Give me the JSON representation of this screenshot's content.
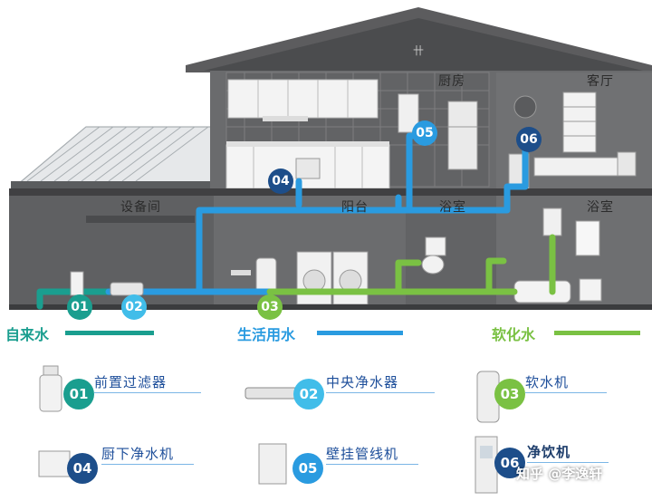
{
  "rooms": {
    "kitchen": "厨房",
    "living_room": "客厅",
    "equipment_room": "设备间",
    "balcony": "阳台",
    "bathroom_1": "浴室",
    "bathroom_2": "浴室"
  },
  "house_badges": [
    "01",
    "02",
    "03",
    "04",
    "05",
    "06"
  ],
  "legend": {
    "tap_water": "自来水",
    "domestic_water": "生活用水",
    "softened_water": "软化水"
  },
  "products": [
    {
      "num": "01",
      "name": "前置过滤器"
    },
    {
      "num": "02",
      "name": "中央净水器"
    },
    {
      "num": "03",
      "name": "软水机"
    },
    {
      "num": "04",
      "name": "厨下净水机"
    },
    {
      "num": "05",
      "name": "壁挂管线机"
    },
    {
      "num": "06",
      "name": "净饮机"
    }
  ],
  "watermark": "知乎 @李逸轩",
  "colors": {
    "tap": "#1a9e8f",
    "domestic": "#2a9be0",
    "soft": "#7ac143",
    "navy": "#1d4e8a",
    "wall_dark": "#4a4a4c",
    "roof": "#5c5c5e"
  }
}
